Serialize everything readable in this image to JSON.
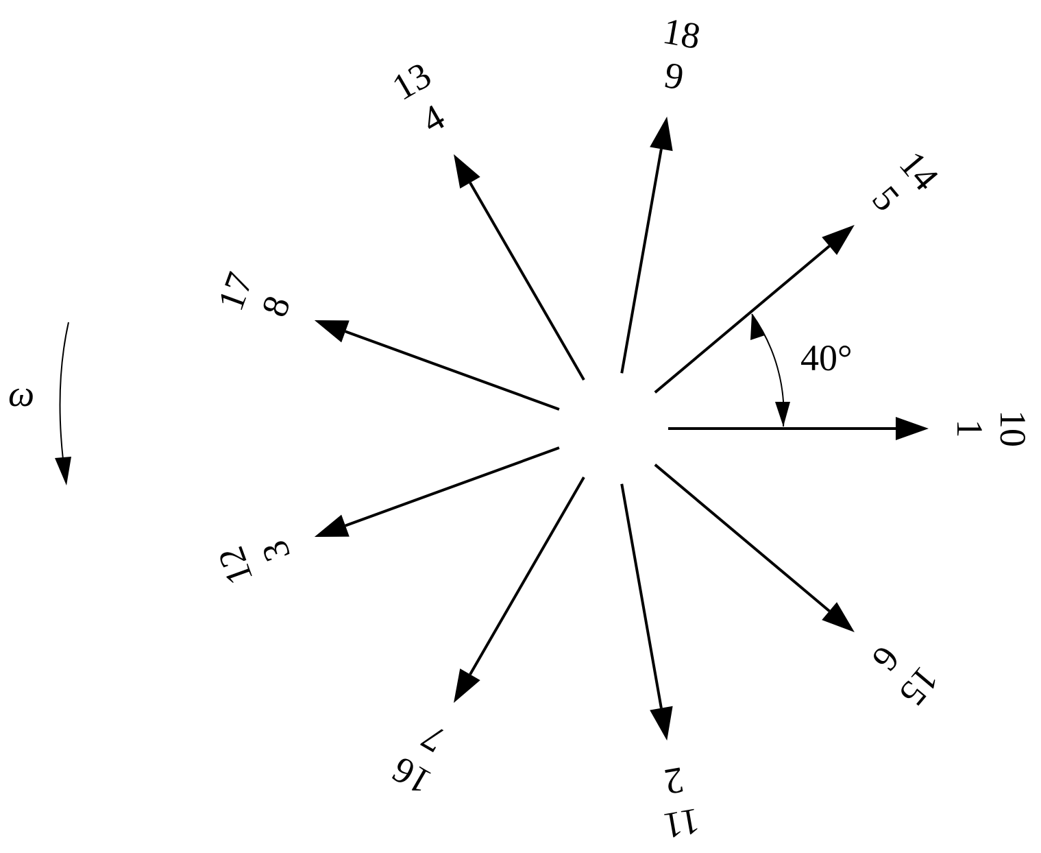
{
  "diagram": {
    "angle_label": "40°",
    "rotation_symbol": "ω",
    "phasors": [
      {
        "angle_deg": 0,
        "inner": "1",
        "outer": "10"
      },
      {
        "angle_deg": 40,
        "inner": "5",
        "outer": "14"
      },
      {
        "angle_deg": 80,
        "inner": "9",
        "outer": "18"
      },
      {
        "angle_deg": 120,
        "inner": "4",
        "outer": "13"
      },
      {
        "angle_deg": 160,
        "inner": "8",
        "outer": "17"
      },
      {
        "angle_deg": -160,
        "inner": "3",
        "outer": "12"
      },
      {
        "angle_deg": -120,
        "inner": "7",
        "outer": "16"
      },
      {
        "angle_deg": -80,
        "inner": "2",
        "outer": "11"
      },
      {
        "angle_deg": -40,
        "inner": "6",
        "outer": "15"
      }
    ]
  },
  "colors": {
    "stroke": "#000000",
    "background": "#ffffff"
  }
}
